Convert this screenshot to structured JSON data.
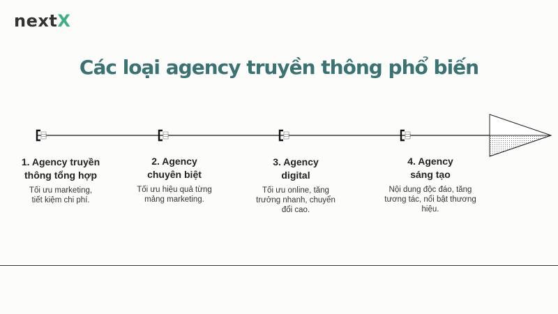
{
  "logo": {
    "text_main": "next",
    "text_accent": "X",
    "accent_color": "#3fae87"
  },
  "title": "Các loại agency truyền thông phổ biến",
  "title_color": "#3b7272",
  "steps": [
    {
      "title": "1. Agency truyền\nthông tổng hợp",
      "description": "Tối ưu marketing,\ntiết kiệm chi phí."
    },
    {
      "title": "2. Agency\nchuyên biệt",
      "description": "Tối ưu hiệu quả từng\nmảng marketing."
    },
    {
      "title": "3. Agency\ndigital",
      "description": "Tối ưu online, tăng\ntrưởng nhanh, chuyển\nđổi cao."
    },
    {
      "title": "4. Agency\nsáng tạo",
      "description": "Nội dung độc đáo, tăng\ntương tác, nổi bật thương\nhiệu."
    }
  ]
}
